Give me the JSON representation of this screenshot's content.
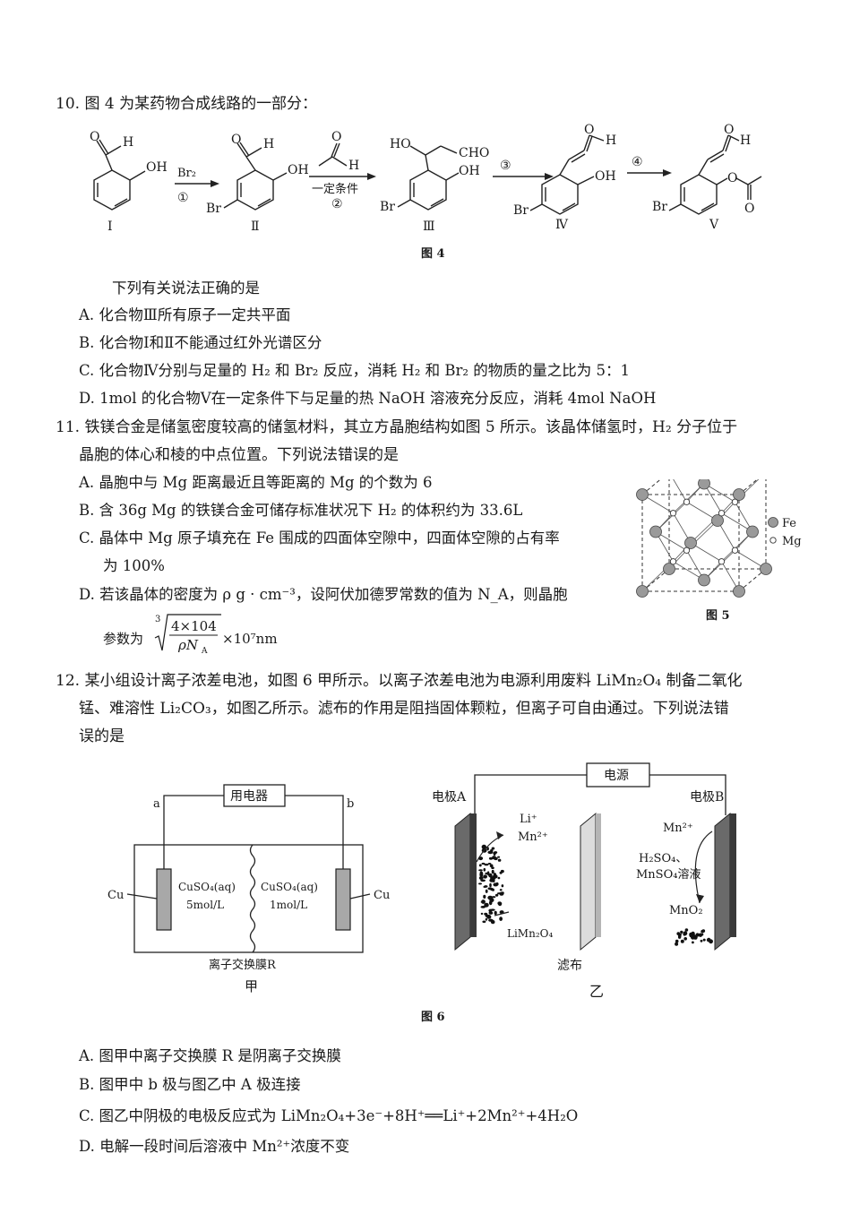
{
  "q10": {
    "stem": "10. 图 4 为某药物合成线路的一部分：",
    "scheme": {
      "labels": {
        "I": "Ⅰ",
        "II": "Ⅱ",
        "III": "Ⅲ",
        "IV": "Ⅳ",
        "V": "Ⅴ"
      },
      "step1_reagent": "Br₂",
      "step1_num": "①",
      "step2_cond": "一定条件",
      "step2_num": "②",
      "step3_num": "③",
      "step4_num": "④",
      "H": "H",
      "O": "O",
      "OH": "OH",
      "HO": "HO",
      "CHO": "CHO",
      "Br": "Br"
    },
    "fig_caption": "图 4",
    "prompt": "下列有关说法正确的是",
    "options": [
      "A. 化合物Ⅲ所有原子一定共平面",
      "B. 化合物Ⅰ和Ⅱ不能通过红外光谱区分",
      "C. 化合物Ⅳ分别与足量的 H₂ 和 Br₂ 反应，消耗 H₂ 和 Br₂ 的物质的量之比为 5：1",
      "D. 1mol 的化合物Ⅴ在一定条件下与足量的热 NaOH 溶液充分反应，消耗 4mol NaOH"
    ]
  },
  "q11": {
    "stem_line1": "11. 铁镁合金是储氢密度较高的储氢材料，其立方晶胞结构如图 5 所示。该晶体储氢时，H₂ 分子位于",
    "stem_line2": "晶胞的体心和棱的中点位置。下列说法错误的是",
    "options": {
      "A": "A. 晶胞中与 Mg 距离最近且等距离的 Mg 的个数为 6",
      "B": "B. 含 36g Mg 的铁镁合金可储存标准状况下 H₂ 的体积约为 33.6L",
      "C1": "C. 晶体中 Mg 原子填充在 Fe 围成的四面体空隙中，四面体空隙的占有率",
      "C2": "为 100%",
      "D1": "D. 若该晶体的密度为 ρ g · cm⁻³，设阿伏加德罗常数的值为 N_A，则晶胞",
      "D2_prefix": "参数为",
      "D2_numer": "4×104",
      "D2_denom": "ρN",
      "D2_denom_sub": "A",
      "D2_root_index": "3",
      "D2_suffix": "×10⁷nm"
    },
    "legend": {
      "fe": "Fe",
      "mg": "Mg"
    },
    "fig_caption": "图 5"
  },
  "q12": {
    "stem_line1": "12. 某小组设计离子浓差电池，如图 6 甲所示。以离子浓差电池为电源利用废料 LiMn₂O₄ 制备二氧化",
    "stem_line2": "锰、难溶性 Li₂CO₃，如图乙所示。滤布的作用是阻挡固体颗粒，但离子可自由通过。下列说法错",
    "stem_line3": "误的是",
    "fig_jia": {
      "device": "用电器",
      "a": "a",
      "b": "b",
      "cu_left": "Cu",
      "cu_right": "Cu",
      "left_sol": "CuSO₄(aq)",
      "left_conc": "5mol/L",
      "right_sol": "CuSO₄(aq)",
      "right_conc": "1mol/L",
      "membrane": "离子交换膜R",
      "name": "甲"
    },
    "fig_yi": {
      "power": "电源",
      "electrode_a": "电极A",
      "electrode_b": "电极B",
      "li": "Li⁺",
      "mn2": "Mn²⁺",
      "mn2_b": "Mn²⁺",
      "solution1": "H₂SO₄、",
      "solution2": "MnSO₄溶液",
      "mno2": "MnO₂",
      "limn2o4": "LiMn₂O₄",
      "filter": "滤布",
      "name": "乙"
    },
    "fig_caption": "图 6",
    "options": [
      "A. 图甲中离子交换膜 R 是阴离子交换膜",
      "B. 图甲中 b 极与图乙中 A 极连接",
      "C. 图乙中阴极的电极反应式为 LiMn₂O₄+3e⁻+8H⁺══Li⁺+2Mn²⁺+4H₂O",
      "D. 电解一段时间后溶液中 Mn²⁺浓度不变"
    ]
  }
}
